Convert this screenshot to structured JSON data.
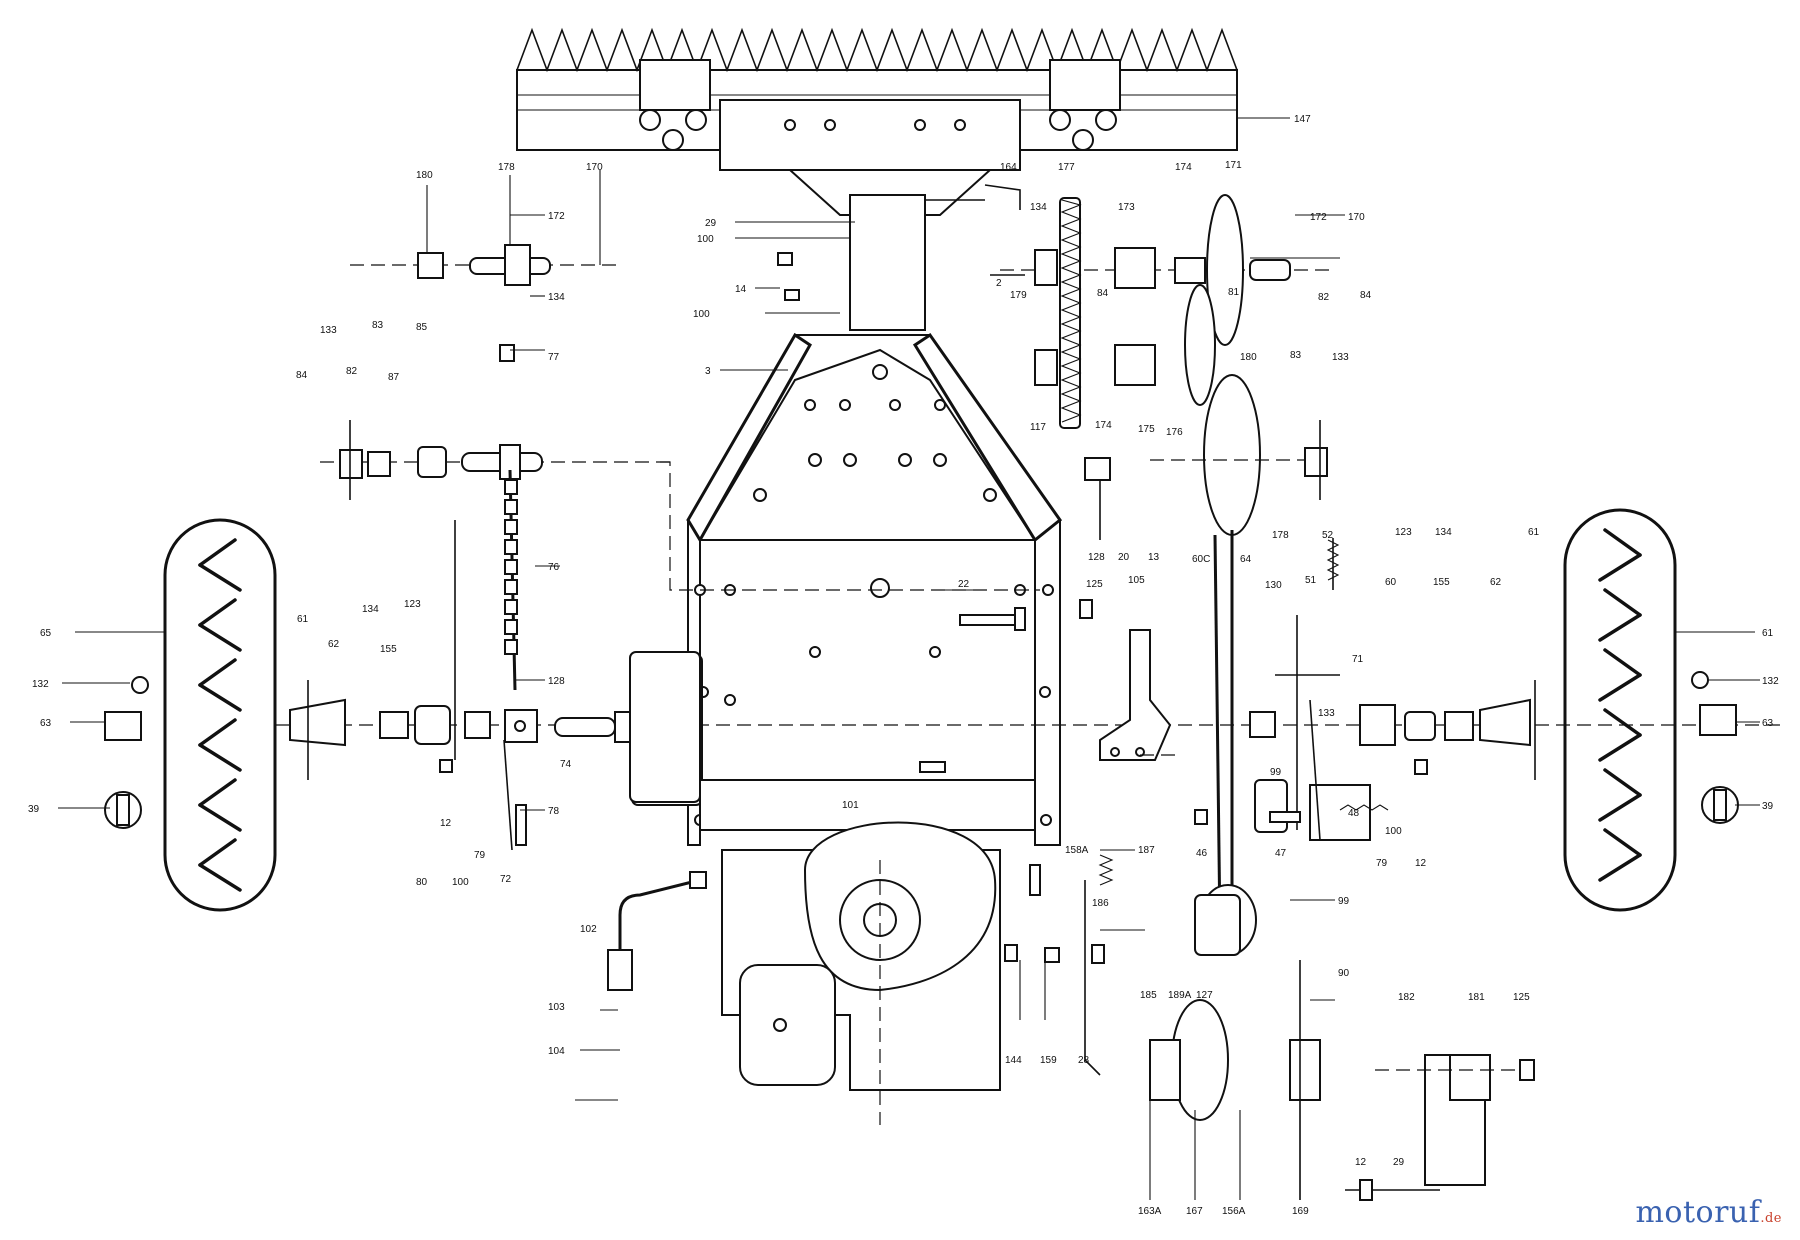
{
  "watermark": {
    "name": "motoruf",
    "tld": ".de"
  },
  "colors": {
    "ink": "#111111",
    "paper": "#ffffff",
    "brand_blue": "#3a62b0",
    "brand_red": "#c8402b"
  },
  "labels": {
    "l_147": "147",
    "l_180": "180",
    "l_178": "178",
    "l_172a": "172",
    "l_170a": "170",
    "l_29a": "29",
    "l_100a": "100",
    "l_14": "14",
    "l_100b": "100",
    "l_3": "3",
    "l_2": "2",
    "l_134a": "134",
    "l_77": "77",
    "l_133a": "133",
    "l_83a": "83",
    "l_85": "85",
    "l_84a": "84",
    "l_82a": "82",
    "l_87": "87",
    "l_76": "76",
    "l_128a": "128",
    "l_164": "164",
    "l_177": "177",
    "l_134b": "134",
    "l_173": "173",
    "l_174a": "174",
    "l_171": "171",
    "l_172b": "172",
    "l_170b": "170",
    "l_84b": "84",
    "l_81a": "81",
    "l_179": "179",
    "l_180b": "180",
    "l_117a": "117",
    "l_174b": "174",
    "l_175": "175",
    "l_176": "176",
    "l_83b": "83",
    "l_82b": "82",
    "l_84c": "84",
    "l_133b": "133",
    "l_128b": "128",
    "l_20": "20",
    "l_13": "13",
    "l_60c": "60C",
    "l_64": "64",
    "l_178b": "178",
    "l_52": "52",
    "l_130": "130",
    "l_51": "51",
    "l_22": "22",
    "l_125a": "125",
    "l_105": "105",
    "l_65": "65",
    "l_132a": "132",
    "l_63a": "63",
    "l_39a": "39",
    "l_61a": "61",
    "l_62a": "62",
    "l_134c": "134",
    "l_123a": "123",
    "l_155a": "155",
    "l_74": "74",
    "l_12a": "12",
    "l_80": "80",
    "l_100c": "100",
    "l_79a": "79",
    "l_72": "72",
    "l_78": "78",
    "l_101": "101",
    "l_102": "102",
    "l_103": "103",
    "l_104": "104",
    "l_123b": "123",
    "l_134d": "134",
    "l_61b": "61",
    "l_60": "60",
    "l_155b": "155",
    "l_62b": "62",
    "l_61c": "61",
    "l_132b": "132",
    "l_63b": "63",
    "l_39b": "39",
    "l_133c": "133",
    "l_71": "71",
    "l_48": "48",
    "l_100d": "100",
    "l_79b": "79",
    "l_12b": "12",
    "l_99": "99",
    "l_47": "47",
    "l_46": "46",
    "l_158a": "158A",
    "l_187": "187",
    "l_186": "186",
    "l_99b": "99",
    "l_144": "144",
    "l_159": "159",
    "l_28": "28",
    "l_185": "185",
    "l_189a": "189A",
    "l_127": "127",
    "l_90": "90",
    "l_182": "182",
    "l_181": "181",
    "l_125b": "125",
    "l_163a": "163A",
    "l_167": "167",
    "l_156a": "156A",
    "l_169": "169",
    "l_12c": "12",
    "l_29b": "29"
  }
}
